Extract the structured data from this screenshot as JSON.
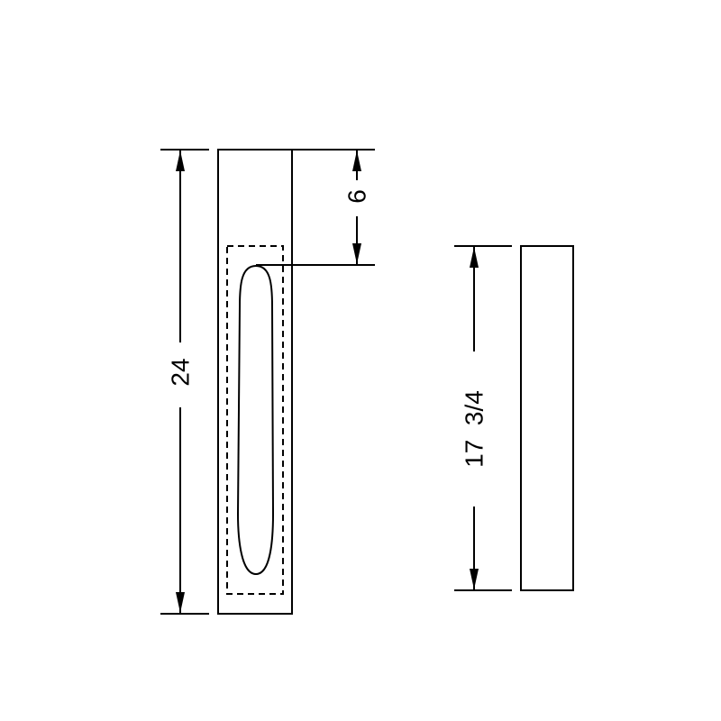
{
  "colors": {
    "background": "#ffffff",
    "line": "#000000"
  },
  "dimensions": {
    "overall_height": "24",
    "top_offset": "6",
    "side_height": "17  3/4"
  }
}
